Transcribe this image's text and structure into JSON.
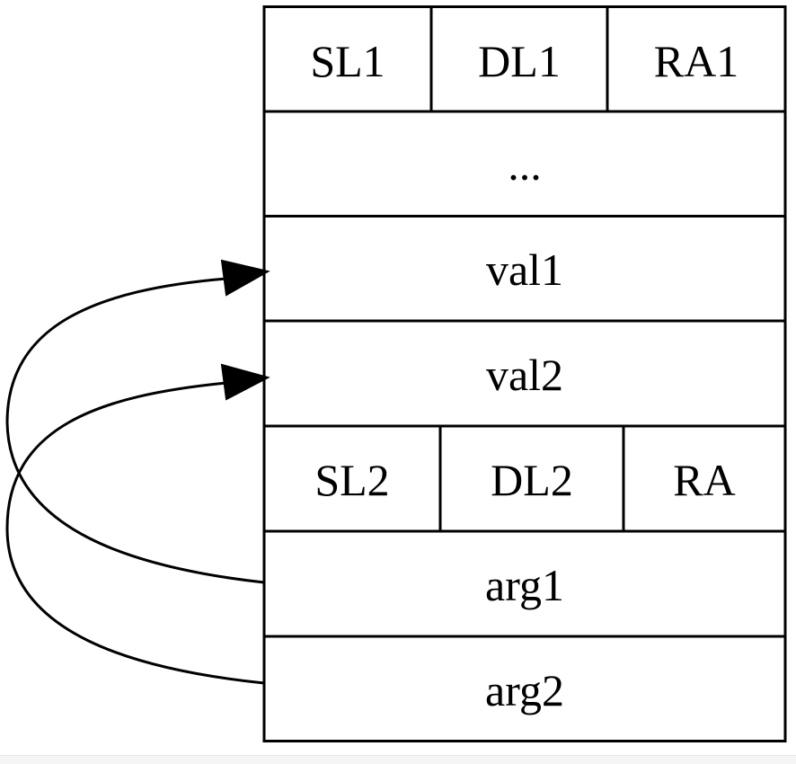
{
  "record": {
    "rows": [
      {
        "cells": [
          "SL1",
          "DL1",
          "RA1"
        ]
      },
      {
        "cells": [
          "..."
        ]
      },
      {
        "cells": [
          "val1"
        ]
      },
      {
        "cells": [
          "val2"
        ]
      },
      {
        "cells": [
          "SL2",
          "DL2",
          "RA"
        ]
      },
      {
        "cells": [
          "arg1"
        ]
      },
      {
        "cells": [
          "arg2"
        ]
      }
    ]
  },
  "edges": [
    {
      "from": "arg1",
      "to": "val1"
    },
    {
      "from": "arg2",
      "to": "val2"
    }
  ],
  "colors": {
    "stroke": "#000000",
    "background": "#ffffff"
  }
}
